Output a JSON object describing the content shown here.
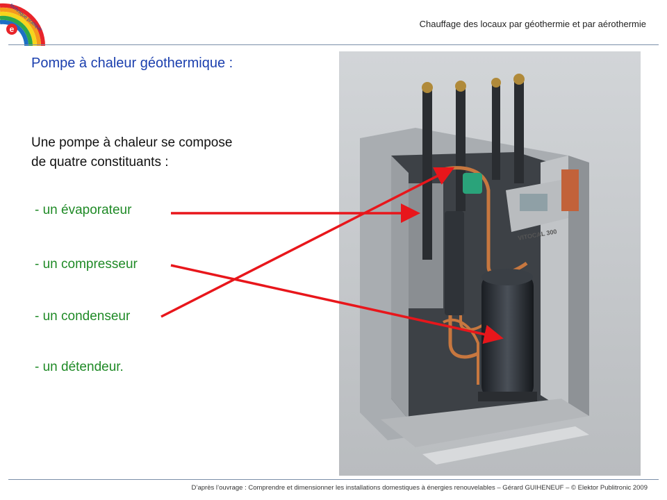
{
  "header": {
    "title": "Chauffage des locaux par géothermie et par aérothermie"
  },
  "logo": {
    "text": "technique pratique",
    "letter": "e"
  },
  "slide": {
    "title": "Pompe à chaleur géothermique :",
    "intro_line1": "Une pompe à chaleur se compose",
    "intro_line2": "de quatre constituants :",
    "components": [
      "- un évaporateur",
      "- un compresseur",
      "- un condenseur",
      "- un détendeur."
    ]
  },
  "photo": {
    "brand_text": "VITOCAL 300"
  },
  "footer": {
    "text": "D’après l’ouvrage : Comprendre et dimensionner les installations domestiques à énergies renouvelables – Gérard GUIHENEUF – © Elektor Publitronic 2009"
  },
  "colors": {
    "title": "#1b3fae",
    "components": "#1f8a26",
    "arrows": "#e8161b",
    "rule": "#7a8ea8"
  }
}
